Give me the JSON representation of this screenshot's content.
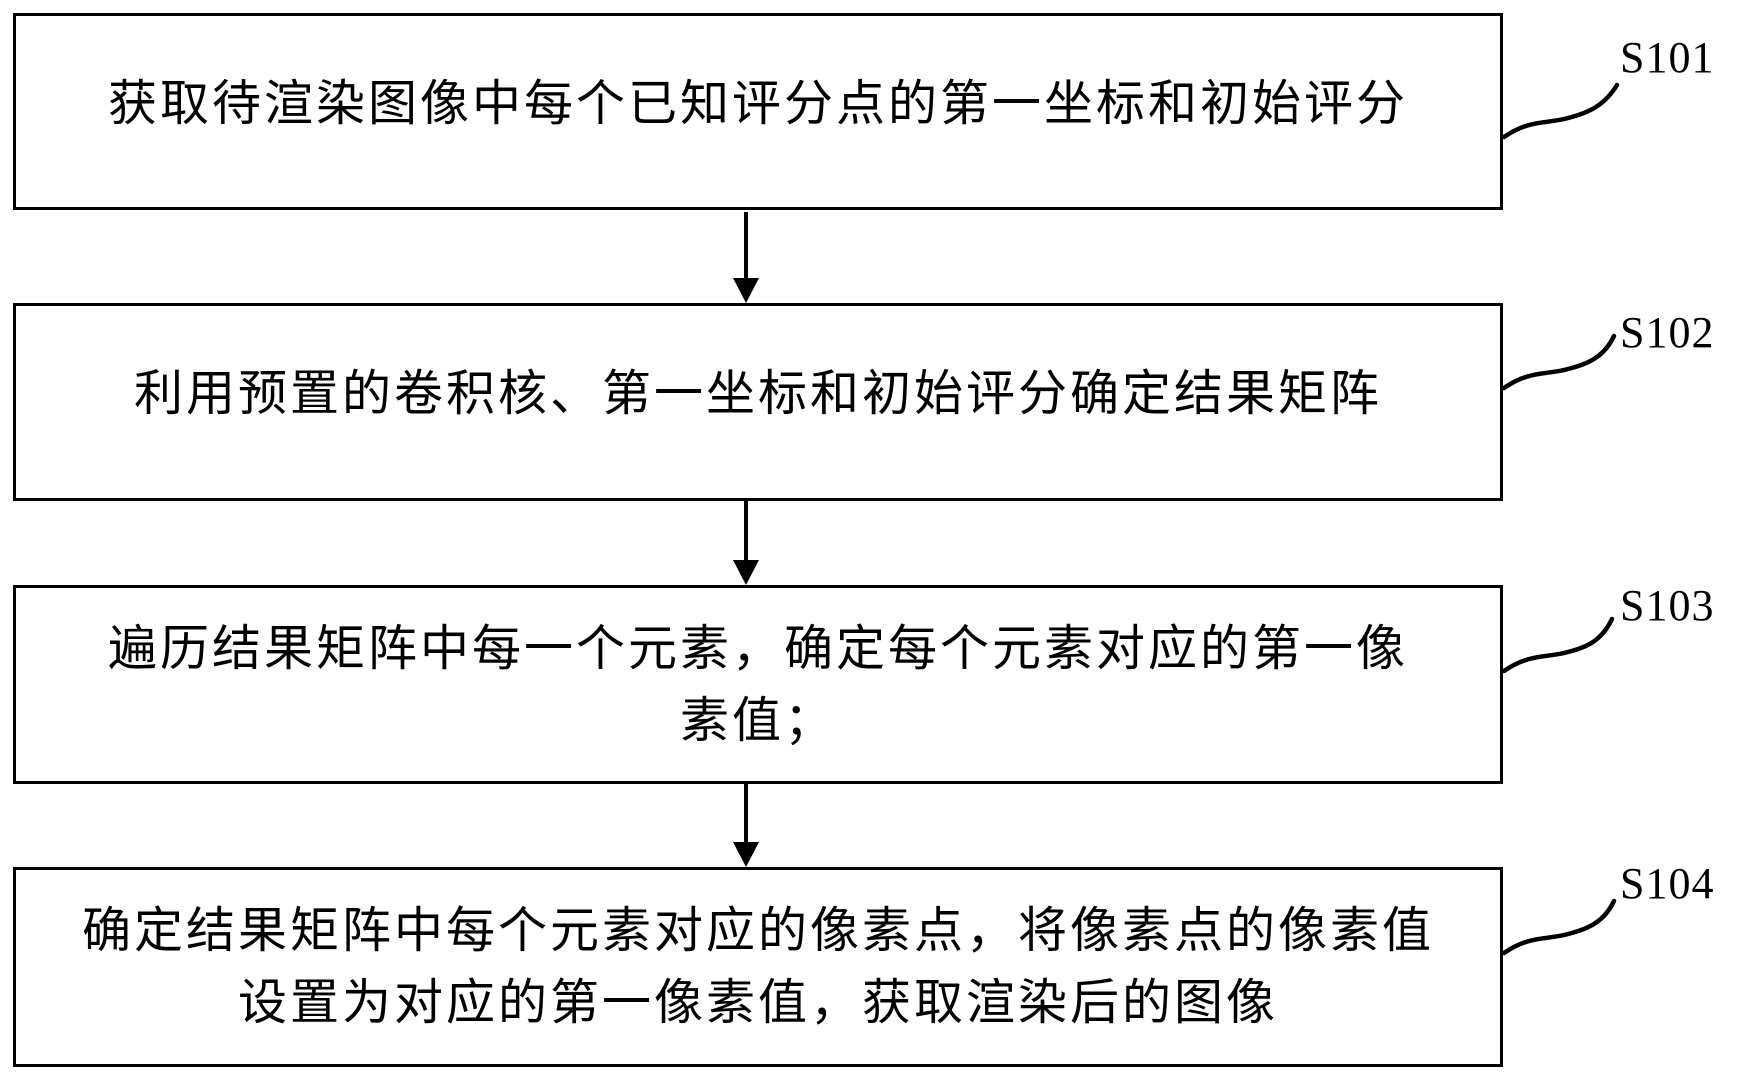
{
  "flowchart": {
    "steps": [
      {
        "label": "S101",
        "lines": [
          "获取待渲染图像中每个已知评分点的第一坐标和初始评分"
        ]
      },
      {
        "label": "S102",
        "lines": [
          "利用预置的卷积核、第一坐标和初始评分确定结果矩阵"
        ]
      },
      {
        "label": "S103",
        "lines": [
          "遍历结果矩阵中每一个元素，确定每个元素对应的第一像",
          "素值；"
        ]
      },
      {
        "label": "S104",
        "lines": [
          "确定结果矩阵中每个元素对应的像素点，将像素点的像素值",
          "设置为对应的第一像素值，获取渲染后的图像"
        ]
      }
    ],
    "connectors": [
      "down-arrow",
      "down-arrow",
      "down-arrow"
    ],
    "leader_icon": "squiggle-leader-line",
    "colors": {
      "background": "#ffffff",
      "line": "#000000",
      "text": "#000000"
    }
  }
}
